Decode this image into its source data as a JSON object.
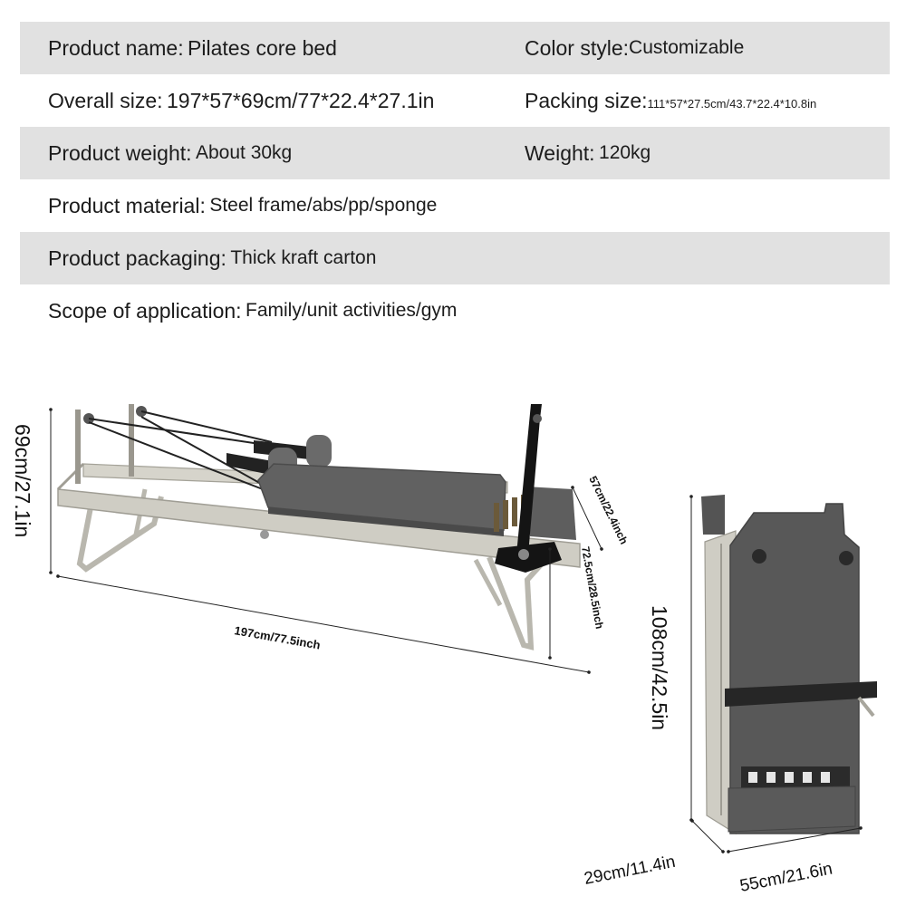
{
  "specs": {
    "product_name": {
      "label": "Product name:",
      "value": "Pilates core bed"
    },
    "color_style": {
      "label": "Color style:",
      "value": "Customizable"
    },
    "overall_size": {
      "label": "Overall size:",
      "value": "197*57*69cm/77*22.4*27.1in"
    },
    "packing_size": {
      "label": "Packing size:",
      "value": "111*57*27.5cm/43.7*22.4*10.8in"
    },
    "product_weight": {
      "label": "Product weight:",
      "value": "About 30kg"
    },
    "weight": {
      "label": "Weight:",
      "value": "120kg"
    },
    "product_material": {
      "label": "Product material:",
      "value": "Steel frame/abs/pp/sponge"
    },
    "product_packaging": {
      "label": "Product packaging:",
      "value": "Thick kraft carton"
    },
    "scope": {
      "label": "Scope of application:",
      "value": "Family/unit activities/gym"
    }
  },
  "dimensions": {
    "height": "69cm/27.1in",
    "length": "197cm/77.5inch",
    "width": "57cm/22.4inch",
    "leg_height": "72.5cm/28.5inch",
    "folded_height": "108cm/42.5in",
    "folded_depth": "29cm/11.4in",
    "folded_width": "55cm/21.6in"
  },
  "colors": {
    "row_shade": "#e1e1e1",
    "frame": "#c8c6bd",
    "pad": "#5e5e5e",
    "black": "#141414"
  }
}
